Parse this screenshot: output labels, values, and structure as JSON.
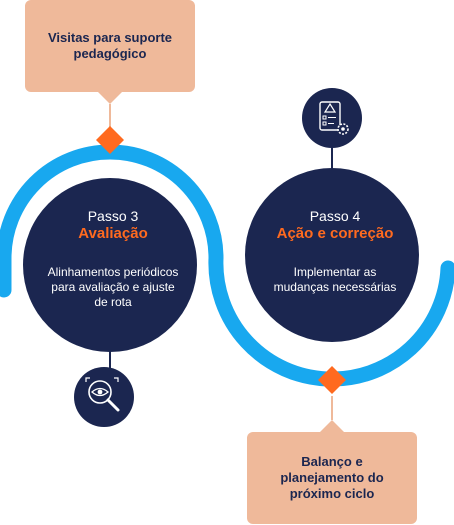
{
  "callouts": {
    "top": [
      "Visitas para suporte",
      "pedagógico"
    ],
    "bottom": [
      "Balanço e",
      "planejamento do",
      "próximo ciclo"
    ]
  },
  "steps": [
    {
      "label": "Passo 3",
      "title": "Avaliação",
      "description": [
        "Alinhamentos periódicos",
        "para avaliação e ajuste",
        "de rota"
      ],
      "icon": "magnifier-eye-icon"
    },
    {
      "label": "Passo 4",
      "title": "Ação e correção",
      "description": [
        "Implementar as",
        "mudanças necessárias"
      ],
      "icon": "document-gear-icon"
    }
  ],
  "colors": {
    "navy": "#1b2650",
    "wave_blue": "#18a8ef",
    "accent_orange": "#ff6a1f",
    "callout_peach": "#efb99a"
  }
}
